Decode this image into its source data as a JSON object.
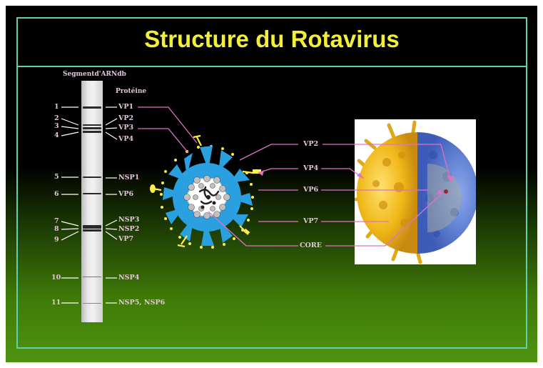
{
  "title": "Structure du Rotavirus",
  "gel": {
    "header_segment": "Segmentd'ARNdb",
    "header_protein": "Protéine",
    "segments": [
      {
        "number": "1",
        "protein": "VP1"
      },
      {
        "number": "2",
        "protein": "VP2"
      },
      {
        "number": "3",
        "protein": "VP3"
      },
      {
        "number": "4",
        "protein": "VP4"
      },
      {
        "number": "5",
        "protein": "NSP1"
      },
      {
        "number": "6",
        "protein": "VP6"
      },
      {
        "number": "7",
        "protein": "NSP3"
      },
      {
        "number": "8",
        "protein": "NSP2"
      },
      {
        "number": "9",
        "protein": "VP7"
      },
      {
        "number": "10",
        "protein": "NSP4"
      },
      {
        "number": "11",
        "protein": "NSP5, NSP6"
      }
    ]
  },
  "structure_labels": [
    "VP2",
    "VP4",
    "VP6",
    "VP7",
    "CORE"
  ],
  "colors": {
    "title": "#f2ee3a",
    "frame": "#5fd0b4",
    "label_text": "#e8c4dc",
    "connector": "#e070c8",
    "capsid_blue": "#2aa0e0",
    "spike_yellow": "#ffee44",
    "micrograph_gold": "#f0bc20",
    "micrograph_blue": "#5a82d8"
  }
}
